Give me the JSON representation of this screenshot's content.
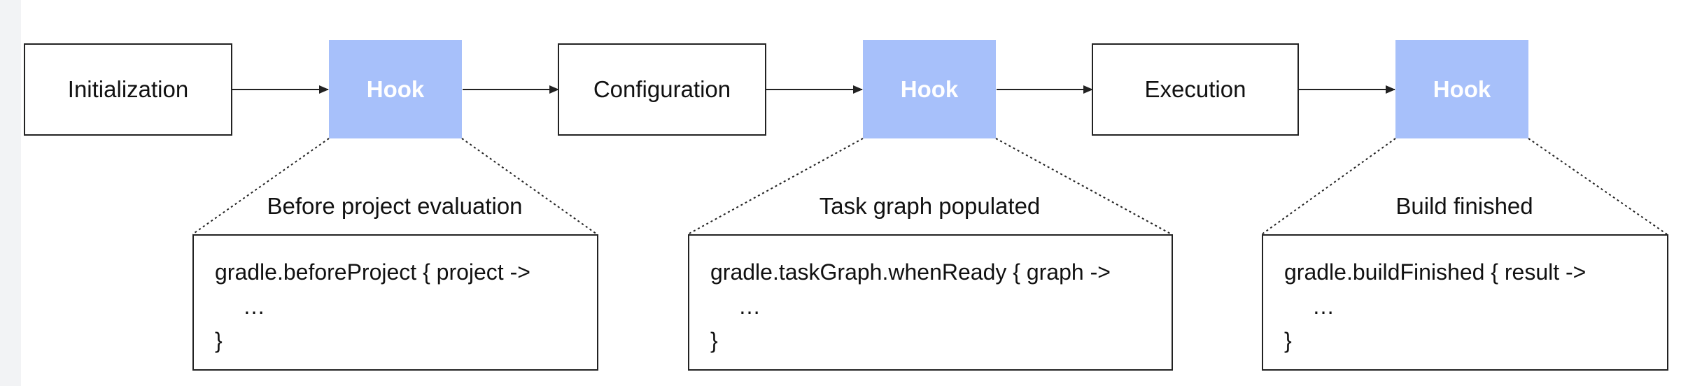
{
  "stages": [
    {
      "id": "initialization",
      "label": "Initialization"
    },
    {
      "id": "configuration",
      "label": "Configuration"
    },
    {
      "id": "execution",
      "label": "Execution"
    }
  ],
  "hooks": [
    {
      "label": "Hook",
      "caption": "Before project evaluation",
      "code": [
        "gradle.beforeProject { project ->",
        "…",
        "}"
      ]
    },
    {
      "label": "Hook",
      "caption": "Task graph populated",
      "code": [
        "gradle.taskGraph.whenReady { graph ->",
        "…",
        "}"
      ]
    },
    {
      "label": "Hook",
      "caption": "Build finished",
      "code": [
        "gradle.buildFinished { result ->",
        "…",
        "}"
      ]
    }
  ],
  "colors": {
    "hook_fill": "#a7c0fa",
    "hook_text": "#ffffff",
    "stroke": "#222222"
  }
}
